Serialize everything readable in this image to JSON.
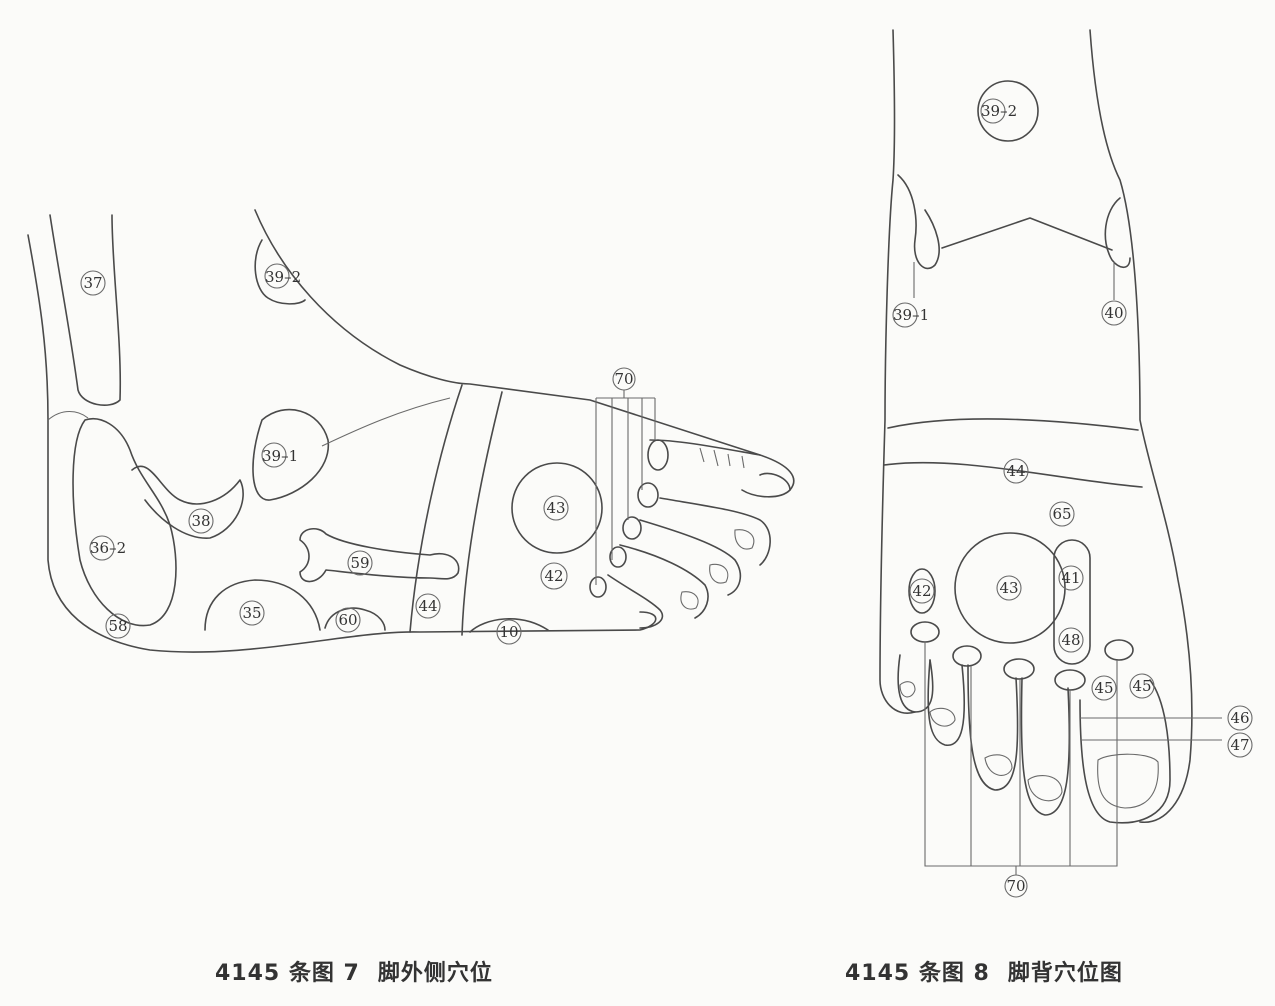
{
  "figure7": {
    "caption_number": "4145 条图 7",
    "caption_title": "脚外侧穴位",
    "points": {
      "p37": "37",
      "p39_2": "39–2",
      "p39_1": "39–1",
      "p38": "38",
      "p36_2": "36–2",
      "p58": "58",
      "p35": "35",
      "p60": "60",
      "p59": "59",
      "p44": "44",
      "p10": "10",
      "p43": "43",
      "p42": "42",
      "p70": "70"
    }
  },
  "figure8": {
    "caption_number": "4145 条图 8",
    "caption_title": "脚背穴位图",
    "points": {
      "p39_2": "39–2",
      "p39_1": "39–1",
      "p40": "40",
      "p44": "44",
      "p65": "65",
      "p43": "43",
      "p41": "41",
      "p42": "42",
      "p48": "48",
      "p45a": "45",
      "p45b": "45",
      "p46": "46",
      "p47": "47",
      "p70": "70"
    }
  }
}
